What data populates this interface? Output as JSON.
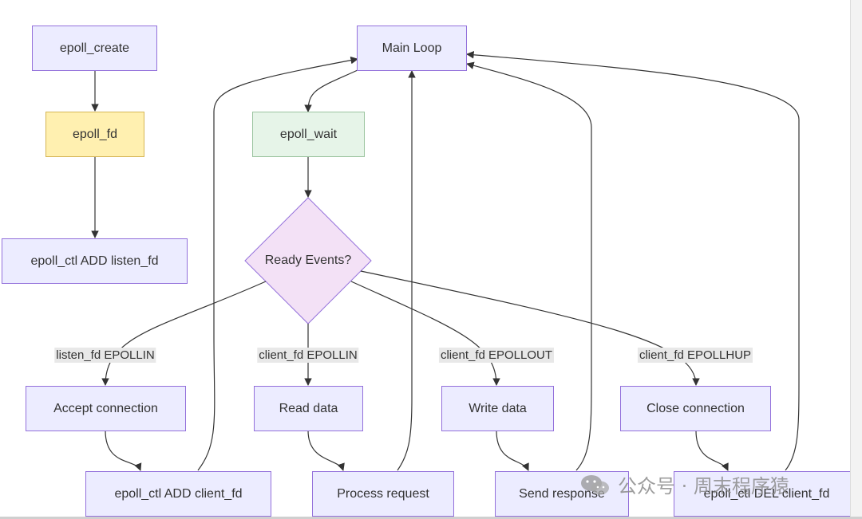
{
  "nodes": {
    "epoll_create": "epoll_create",
    "epoll_fd": "epoll_fd",
    "ctl_add_listen": "epoll_ctl ADD listen_fd",
    "main_loop": "Main Loop",
    "epoll_wait": "epoll_wait",
    "ready_events": "Ready Events?",
    "accept": "Accept connection",
    "read": "Read data",
    "write": "Write data",
    "close": "Close connection",
    "ctl_add_client": "epoll_ctl ADD client_fd",
    "process": "Process request",
    "send": "Send response",
    "ctl_del_client": "epoll_ctl DEL client_fd"
  },
  "edge_labels": {
    "listen_in": "listen_fd EPOLLIN",
    "client_in": "client_fd EPOLLIN",
    "client_out": "client_fd EPOLLOUT",
    "client_hup": "client_fd EPOLLHUP"
  },
  "watermark": "公众号 · 周末程序猿",
  "colors": {
    "node_fill": "#ececff",
    "node_border": "#9370db",
    "epoll_fd_fill": "#fff0b0",
    "epoll_wait_fill": "#e6f4e8",
    "decision_fill": "#f3e1f6",
    "edge": "#333333"
  }
}
